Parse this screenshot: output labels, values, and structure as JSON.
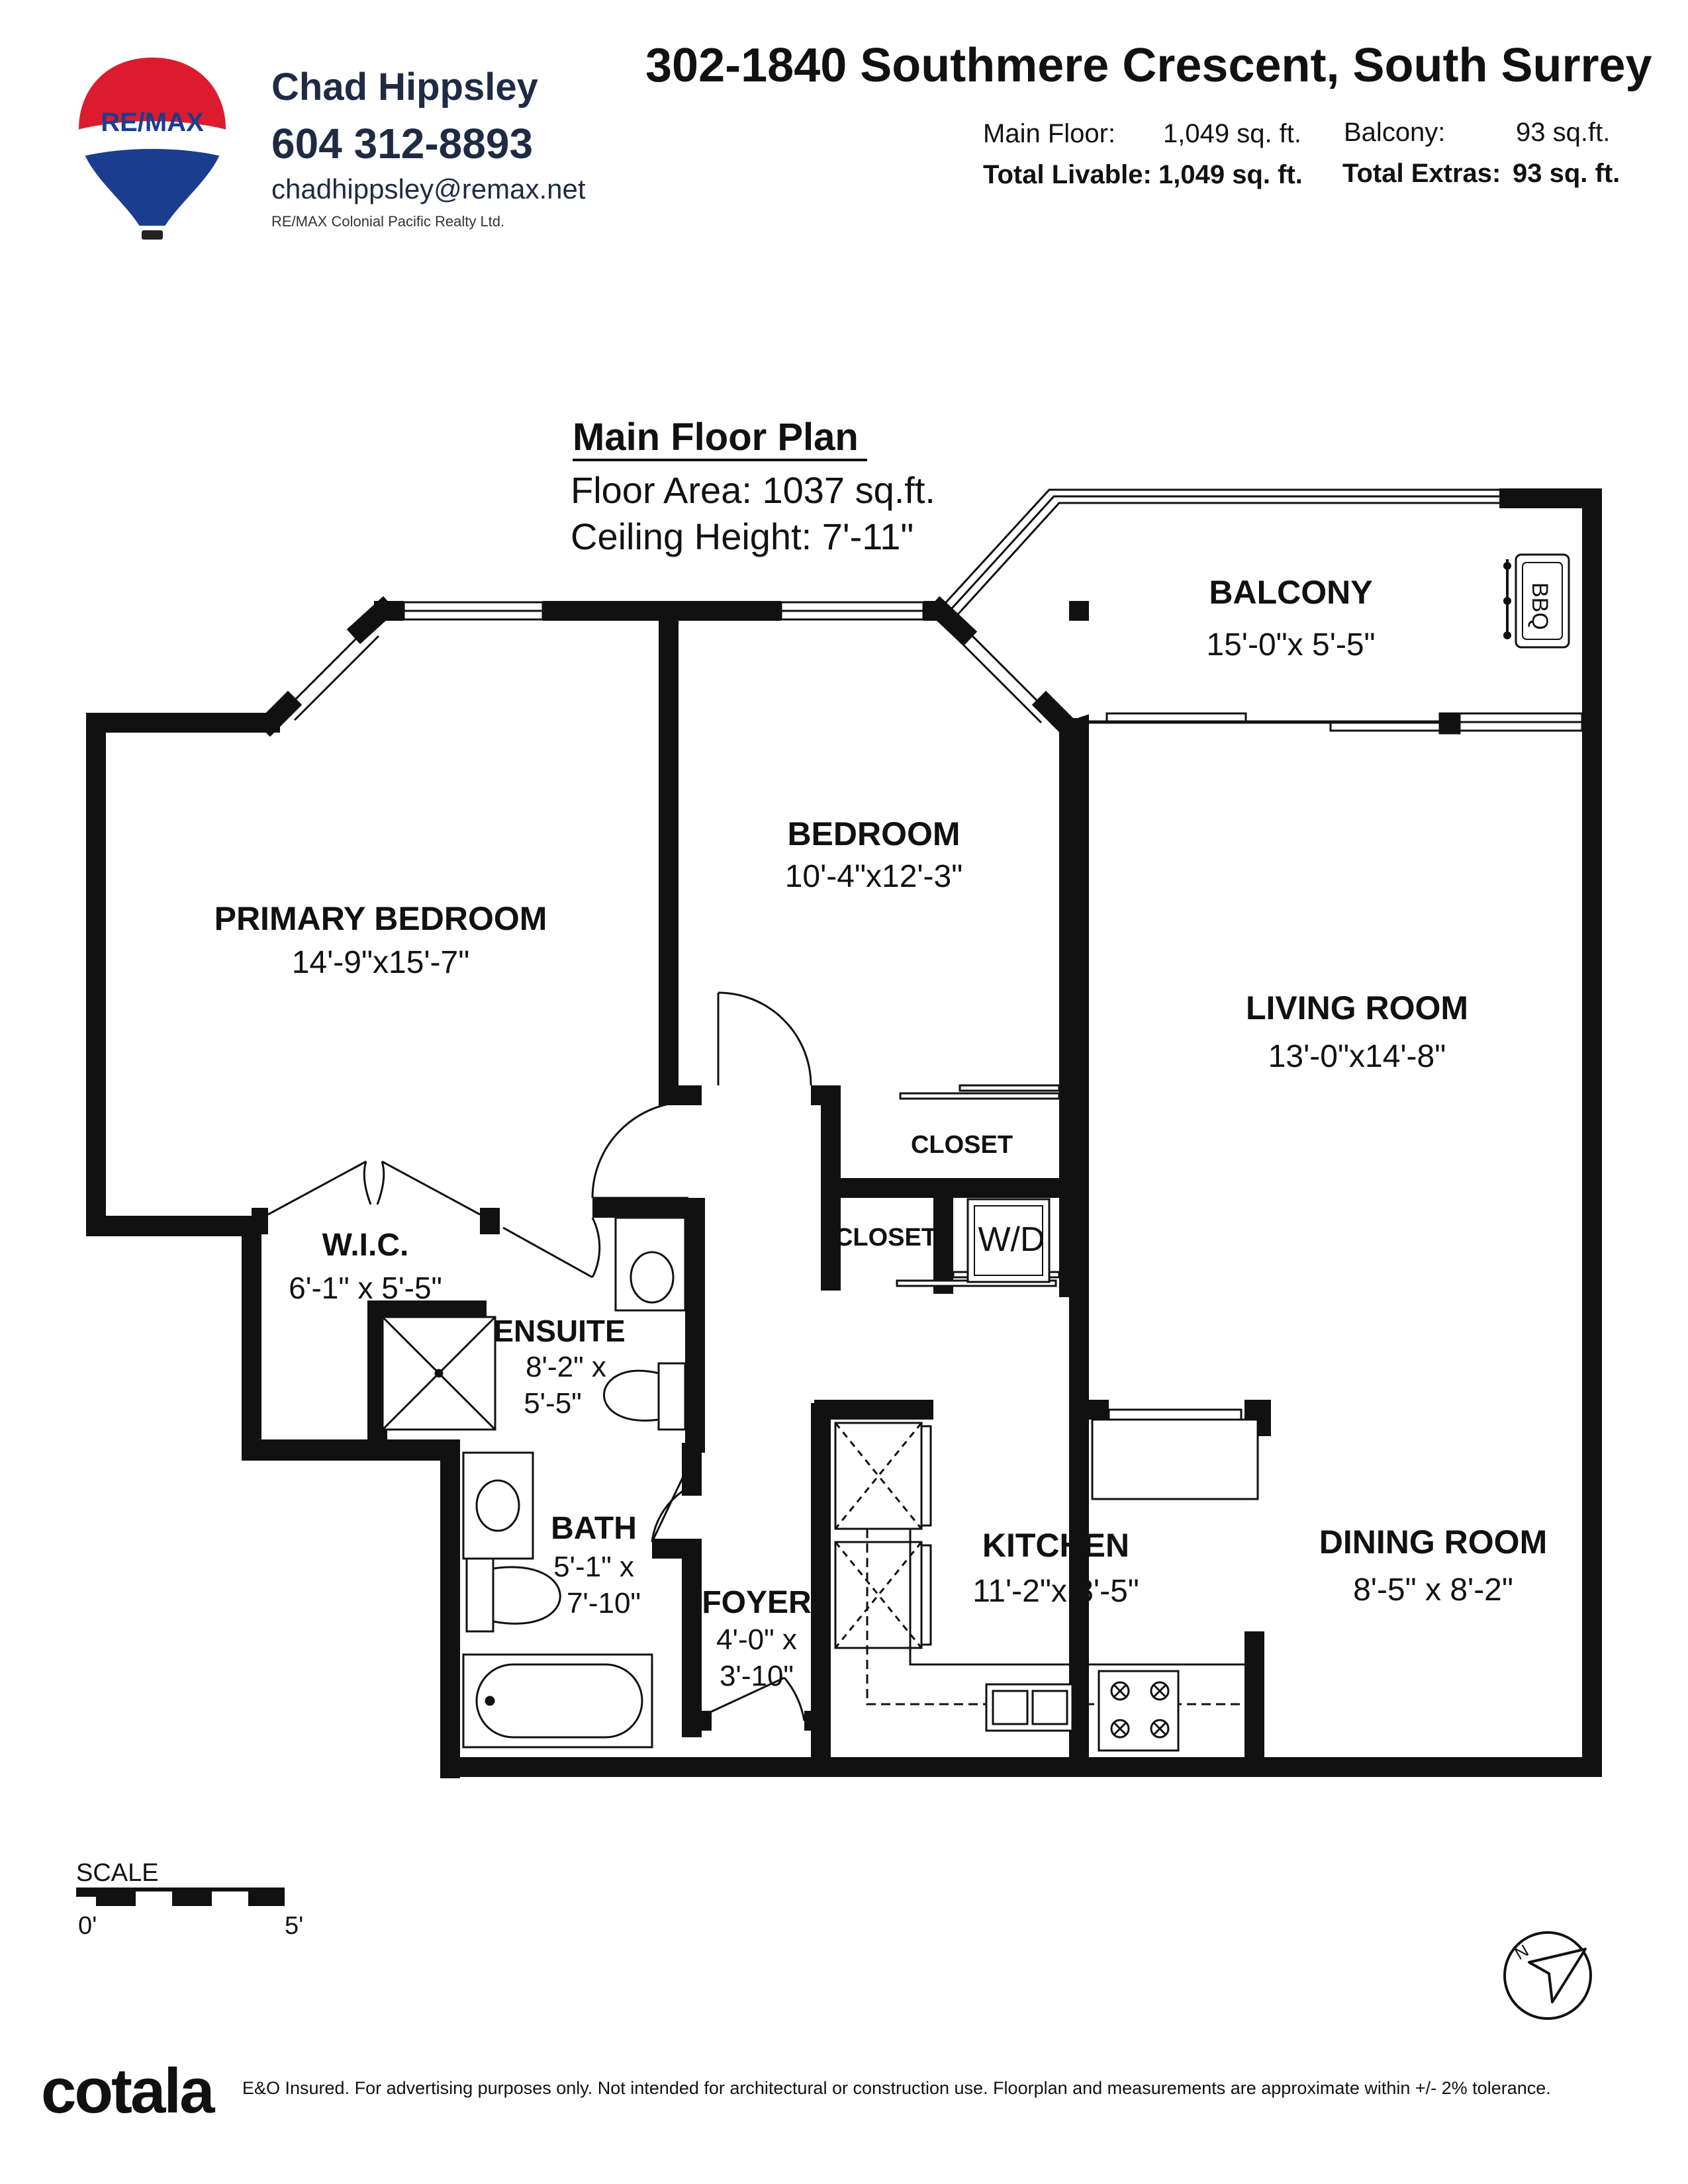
{
  "agent": {
    "brand": "RE/MAX",
    "name": "Chad Hippsley",
    "phone": "604 312-8893",
    "email": "chadhippsley@remax.net",
    "company": "RE/MAX Colonial Pacific Realty Ltd."
  },
  "property": {
    "address": "302-1840 Southmere Crescent, South Surrey",
    "main_floor_label": "Main Floor:",
    "main_floor_value": "1,049 sq. ft.",
    "balcony_label": "Balcony:",
    "balcony_value": "93  sq.ft.",
    "total_livable_label": "Total Livable:",
    "total_livable_value": "1,049 sq. ft.",
    "total_extras_label": "Total Extras:",
    "total_extras_value": "93 sq. ft."
  },
  "plan": {
    "title": "Main Floor Plan",
    "floor_area": "Floor Area: 1037 sq.ft.",
    "ceiling_height": "Ceiling Height: 7'-11\""
  },
  "rooms": {
    "balcony": {
      "name": "BALCONY",
      "dims": "15'-0\"x  5'-5\""
    },
    "bbq": "BBQ",
    "bedroom": {
      "name": "BEDROOM",
      "dims": "10'-4\"x12'-3\""
    },
    "primary_bedroom": {
      "name": "PRIMARY BEDROOM",
      "dims": "14'-9\"x15'-7\""
    },
    "living_room": {
      "name": "LIVING ROOM",
      "dims": "13'-0\"x14'-8\""
    },
    "closet_1": "CLOSET",
    "closet_2": "CLOSET",
    "wd": "W/D",
    "wic": {
      "name": "W.I.C.",
      "dims": "6'-1\"  x  5'-5\""
    },
    "ensuite": {
      "name": "ENSUITE",
      "dims1": "8'-2\"  x",
      "dims2": "5'-5\""
    },
    "bath": {
      "name": "BATH",
      "dims1": "5'-1\"  x",
      "dims2": "7'-10\""
    },
    "foyer": {
      "name": "FOYER",
      "dims1": "4'-0\"  x",
      "dims2": "3'-10\""
    },
    "kitchen": {
      "name": "KITCHEN",
      "dims": "11'-2\"x  8'-5\""
    },
    "dining_room": {
      "name": "DINING ROOM",
      "dims": "8'-5\"  x  8'-2\""
    }
  },
  "scale": {
    "label": "SCALE",
    "start": "0'",
    "end": "5'"
  },
  "compass": {
    "north": "N"
  },
  "footer": {
    "logo": "cotala",
    "disclaimer": "E&O Insured. For advertising purposes only. Not intended for architectural or construction use. Floorplan and measurements are approximate within +/- 2% tolerance."
  }
}
